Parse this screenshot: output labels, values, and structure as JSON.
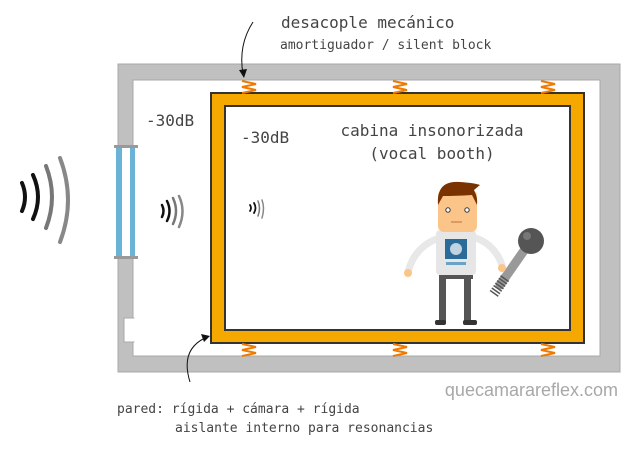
{
  "labels": {
    "decoupling_title": "desacople mecánico",
    "decoupling_subtitle": "amortiguador / silent block",
    "outer_level": "-30dB",
    "inner_level": "-30dB",
    "booth_title": "cabina insonorizada",
    "booth_subtitle": "(vocal booth)",
    "wall_title": "pared: rígida + cámara + rígida",
    "wall_subtitle": "aislante interno para resonancias",
    "website": "quecamarareflex.com"
  },
  "colors": {
    "wall": "#c0c0c0",
    "booth": "#f5a800",
    "spring": "#f07a00",
    "window": "#6bb3d6",
    "outline": "#333333"
  },
  "icons": [
    "sound-waves-icon",
    "spring-icon",
    "person-illustration",
    "microphone-icon"
  ]
}
